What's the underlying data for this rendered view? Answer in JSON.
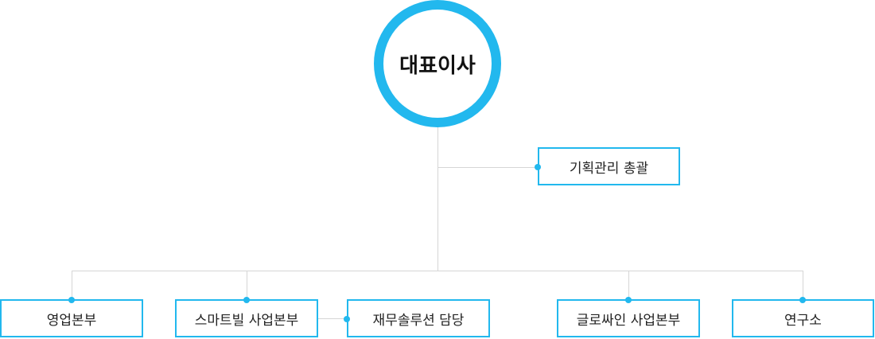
{
  "org": {
    "ceo": "대표이사",
    "planning": "기획관리 총괄",
    "divisions": {
      "sales": "영업본부",
      "smart_bill": "스마트빌 사업본부",
      "finance": "재무솔루션 담당",
      "global": "글로싸인 사업본부",
      "research": "연구소"
    }
  },
  "colors": {
    "accent": "#22b8ee",
    "connector": "#d6d6d6"
  }
}
